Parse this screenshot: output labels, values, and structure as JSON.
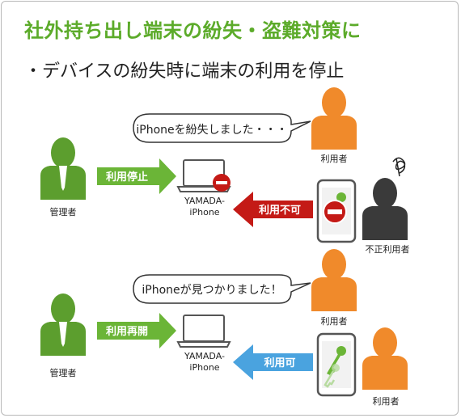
{
  "title": "社外持ち出し端末の紛失・盗難対策に",
  "subtitle": "・デバイスの紛失時に端末の利用を停止",
  "scene1": {
    "bubble": "iPhoneを紛失しました・・・",
    "user_label": "利用者",
    "admin_label": "管理者",
    "admin_arrow": "利用停止",
    "device_label_1": "YAMADA-",
    "device_label_2": "iPhone",
    "block_arrow": "利用不可",
    "thief_label": "不正利用者"
  },
  "scene2": {
    "bubble": "iPhoneが見つかりました！",
    "user_label": "利用者",
    "admin_label": "管理者",
    "admin_arrow": "利用再開",
    "device_label_1": "YAMADA-",
    "device_label_2": "iPhone",
    "allow_arrow": "利用可",
    "user2_label": "利用者"
  },
  "colors": {
    "title_green": "#5cab2a",
    "arrow_green": "#6bb537",
    "arrow_red": "#c41a16",
    "arrow_blue": "#4aa3df",
    "person_orange": "#f08a2b",
    "person_green": "#5c9e2e",
    "person_dark": "#3a3a3a"
  }
}
